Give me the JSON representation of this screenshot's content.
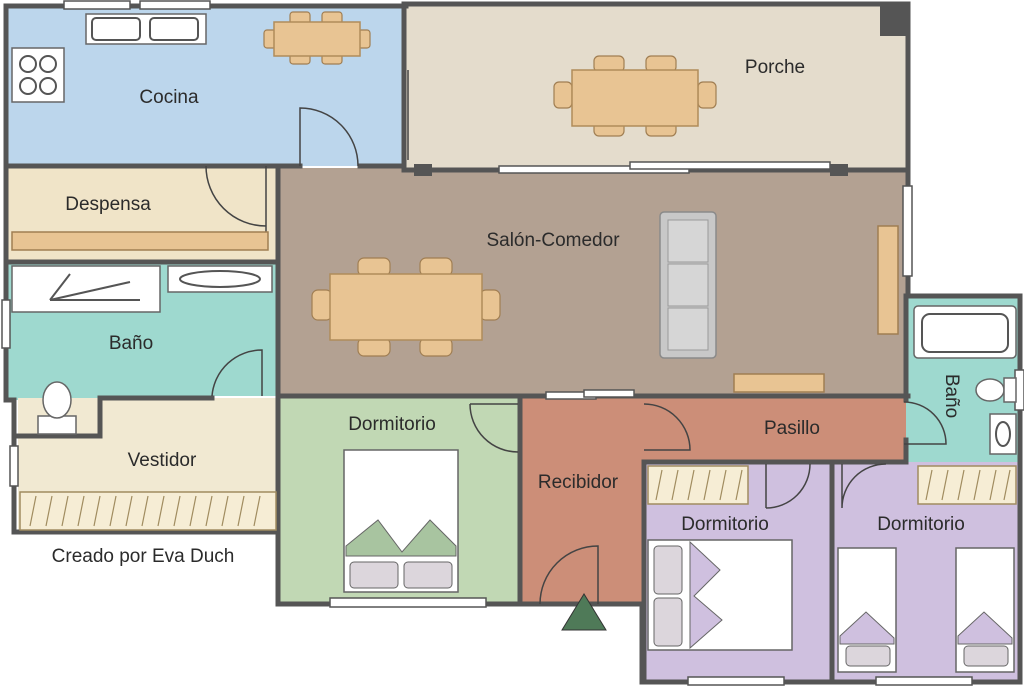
{
  "rooms": {
    "cocina": "Cocina",
    "porche": "Porche",
    "despensa": "Despensa",
    "salon": "Salón-Comedor",
    "bano1": "Baño",
    "vestidor": "Vestidor",
    "dormitorio1": "Dormitorio",
    "recibidor": "Recibidor",
    "pasillo": "Pasillo",
    "bano2": "Baño",
    "dormitorio2": "Dormitorio",
    "dormitorio3": "Dormitorio"
  },
  "credit": "Creado por Eva Duch",
  "colors": {
    "cocina": "#bcd6ec",
    "porche": "#e4dccc",
    "despensa": "#f0e4c8",
    "salon": "#b3a192",
    "bano": "#9ed9cf",
    "vestidor": "#f1e9d2",
    "dormitorio1": "#c1d8b4",
    "recibidor": "#cc8e78",
    "pasillo": "#cc8e78",
    "dormitorio_lila": "#cfc0df",
    "wall": "#555555",
    "furniture": "#e8c493",
    "sofa": "#c8c8c8",
    "entrance": "#4f7a58"
  },
  "icons": {
    "entrance": "entrance-triangle-icon"
  }
}
